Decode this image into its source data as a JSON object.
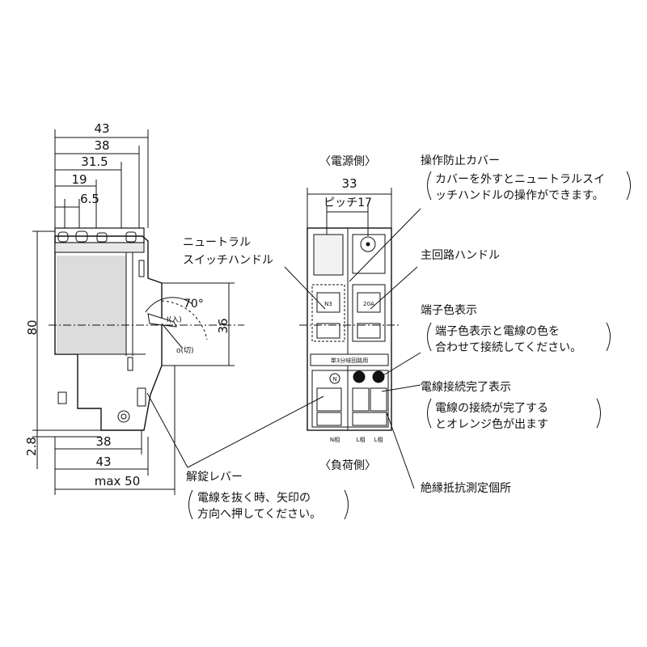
{
  "side_view": {
    "dim_43_top": "43",
    "dim_38_top": "38",
    "dim_31_5": "31.5",
    "dim_19": "19",
    "dim_6_5": "6.5",
    "dim_80": "80",
    "dim_36": "36",
    "dim_2_8": "2.8",
    "dim_38_bottom": "38",
    "dim_43_bottom": "43",
    "dim_max50": "max 50",
    "angle": "70°",
    "on_label": "I(入)",
    "off_label": "o(切)"
  },
  "front_view": {
    "source_side": "〈電源側〉",
    "load_side": "〈負荷側〉",
    "dim_33": "33",
    "pitch": "ピッチ17",
    "rating_left": "N3",
    "rating_right": "20A",
    "strip_text": "単3分岐回路用",
    "terminal_n": "N相",
    "terminal_l1": "L相",
    "terminal_l2": "L相",
    "mark_n": "N"
  },
  "callouts": {
    "cover_title": "操作防止カバー",
    "cover_line1": "カバーを外すとニュートラルスイ",
    "cover_line2": "ッチハンドルの操作ができます。",
    "neutral_line1": "ニュートラル",
    "neutral_line2": "スイッチハンドル",
    "main_handle": "主回路ハンドル",
    "color_title": "端子色表示",
    "color_line1": "端子色表示と電線の色を",
    "color_line2": "合わせて接続してください。",
    "wire_title": "電線接続完了表示",
    "wire_line1": "電線の接続が完了する",
    "wire_line2": "とオレンジ色が出ます",
    "release_title": "解錠レバー",
    "release_line1": "電線を抜く時、矢印の",
    "release_line2": "方向へ押してください。",
    "insulation": "絶縁抵抗測定個所"
  }
}
